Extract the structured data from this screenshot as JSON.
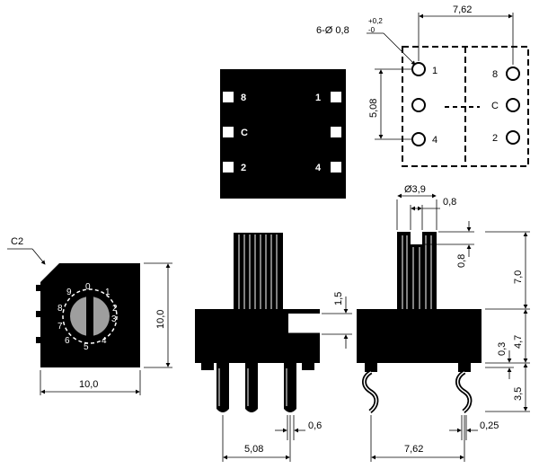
{
  "title_callout": {
    "hole_spec": "6-Ø 0,8",
    "tol_plus": "+0,2",
    "tol_minus": "-0"
  },
  "chamfer_label": "C2",
  "bottom_view_labels": {
    "left_top": "8",
    "left_mid": "C",
    "left_bot": "2",
    "right_top": "1",
    "right_bot": "4"
  },
  "footprint": {
    "pin_left_top": "1",
    "pin_left_bot": "4",
    "pin_right_top": "8",
    "pin_right_mid": "C",
    "pin_right_bot": "2",
    "dim_width": "7,62",
    "dim_pitch": "5,08"
  },
  "front_view": {
    "dim_width": "10,0",
    "dim_height": "10,0",
    "dial_digits": [
      "0",
      "1",
      "2",
      "3",
      "4",
      "5",
      "6",
      "7",
      "8",
      "9"
    ]
  },
  "side_view_a": {
    "dim_step": "1,5",
    "dim_pitch": "5,08",
    "dim_pin": "0,6"
  },
  "side_view_b": {
    "dim_shaft": "Ø3,9",
    "dim_slot": "0,8",
    "dim_slot_depth": "0,8",
    "dim_shaft_h": "7,0",
    "dim_body_h": "4,7",
    "dim_gap": "0,3",
    "dim_pin_h": "3,5",
    "dim_pitch": "7,62",
    "dim_pin_t": "0,25"
  }
}
